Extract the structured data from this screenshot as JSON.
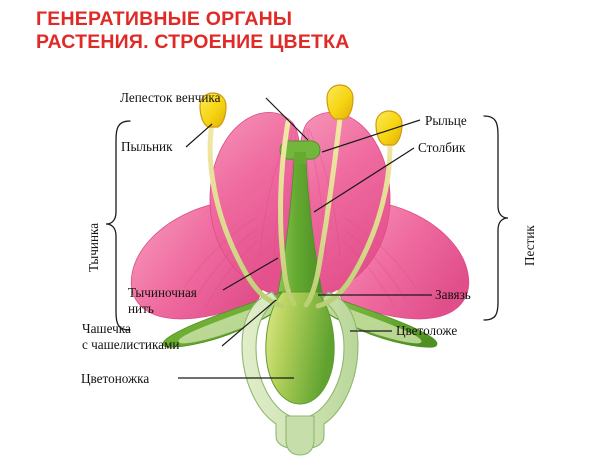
{
  "title": {
    "line1": "ГЕНЕРАТИВНЫЕ ОРГАНЫ",
    "line2": "РАСТЕНИЯ. СТРОЕНИЕ ЦВЕТКА",
    "color": "#e02a26"
  },
  "diagram": {
    "subject": "flower-structure-cross-section",
    "labels": {
      "petal": "Лепесток венчика",
      "anther": "Пыльник",
      "stigma": "Рыльце",
      "style": "Столбик",
      "filament": "Тычиночная\nнить",
      "calyx": "Чашечка\nс чашелистиками",
      "ovary": "Завязь",
      "receptacle": "Цветоложе",
      "pedicel": "Цветоножка",
      "stamen_group": "Тычинка",
      "pistil_group": "Пестик"
    },
    "colors": {
      "petal_pink": "#ef6ba0",
      "petal_pink_dark": "#e3508c",
      "petal_vein": "#d94684",
      "anther_yellow": "#f6d512",
      "anther_outline": "#d08c10",
      "filament_cream": "#efe6a8",
      "pistil_green": "#64a832",
      "ovary_green_light": "#cfdc6b",
      "receptacle_green": "#cfe3b4",
      "sepal_green": "#6fae34",
      "leader_line": "#1a1a1a",
      "background": "#ffffff"
    }
  }
}
